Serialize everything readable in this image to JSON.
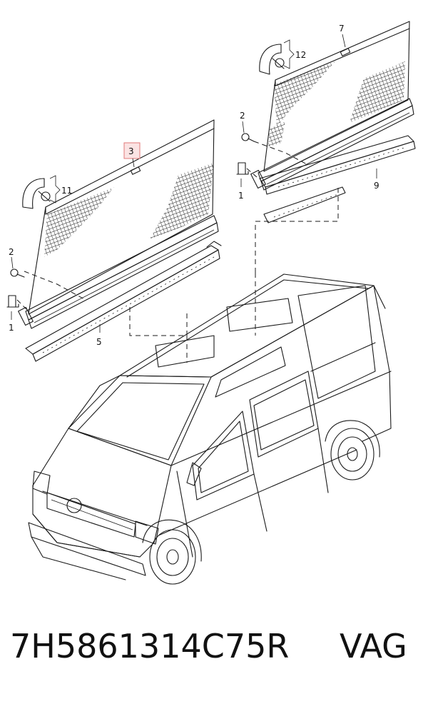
{
  "diagram": {
    "callouts": {
      "c1_left": "1",
      "c2_left": "2",
      "c3": "3",
      "c5": "5",
      "c11": "11",
      "c1_right": "1",
      "c2_right": "2",
      "c7": "7",
      "c9": "9",
      "c12": "12"
    },
    "highlight_color": "#e07a7a"
  },
  "footer": {
    "part_number": "7H5861314C75R",
    "brand": "VAG"
  }
}
